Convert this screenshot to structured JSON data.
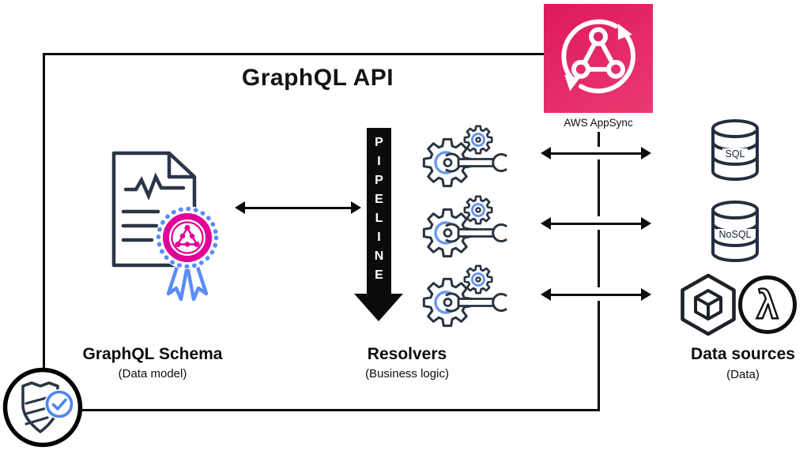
{
  "title": "GraphQL API",
  "appsync": {
    "label": "AWS AppSync",
    "icon": "appsync-sync-graphql-icon"
  },
  "schema": {
    "label": "GraphQL Schema",
    "sublabel": "(Data model)",
    "icon": "schema-certificate-icon"
  },
  "resolvers": {
    "label": "Resolvers",
    "sublabel": "(Business logic)",
    "icon_count": 3,
    "icon": "gear-wrench-icon"
  },
  "pipeline": {
    "word": "PIPELINE",
    "letters": [
      "P",
      "I",
      "P",
      "E",
      "L",
      "I",
      "N",
      "E"
    ]
  },
  "data_sources": {
    "label": "Data sources",
    "sublabel": "(Data)",
    "items": [
      {
        "label": "SQL",
        "icon": "sql-database-icon"
      },
      {
        "label": "NoSQL",
        "icon": "nosql-database-icon"
      },
      {
        "label": "",
        "icon": "module-cube-icon"
      },
      {
        "label": "",
        "icon": "lambda-icon"
      }
    ]
  },
  "security": {
    "icon": "shield-check-icon"
  },
  "colors": {
    "appsync_pink": "#E2256B",
    "graphql_pink": "#E10098",
    "accent_blue": "#5B8CF7",
    "stroke_navy": "#232F3E",
    "line_black": "#0B0B0B"
  }
}
